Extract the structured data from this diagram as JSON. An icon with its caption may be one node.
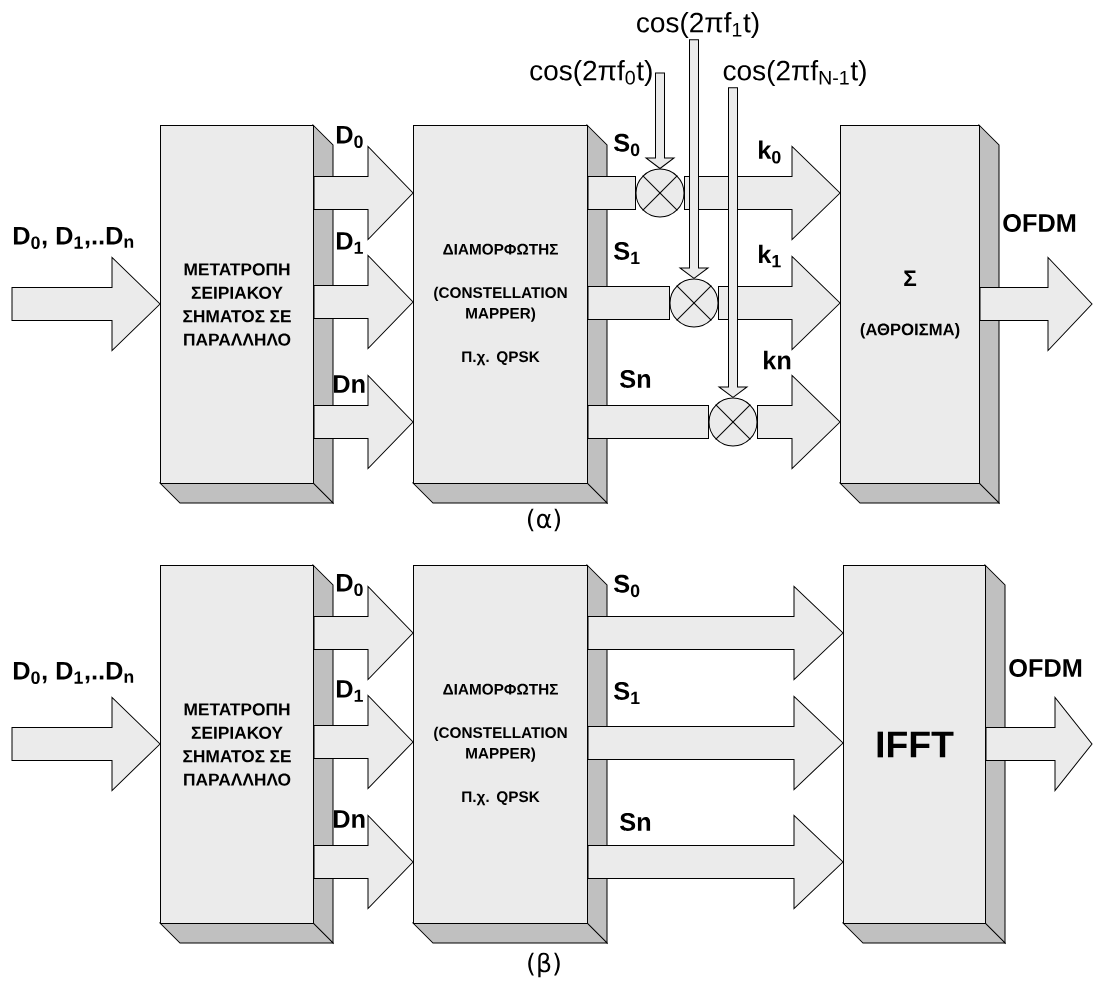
{
  "diagram": {
    "nodes": [
      {
        "text": [
          "ΜΕΤΑΤΡΟΠΗ ΣΕΙΡΙΑΚΟΥ ΣΗΜΑΤΟΣ ΣΕ ΠΑΡΑΛΛΗΛΟ"
        ]
      },
      {
        "text": [
          "ΔΙΑΜΟΡΦΩΤΗΣ",
          "(CONSTELLATION MAPPER)",
          "Π.χ. QPSK"
        ]
      },
      {
        "text": [
          "Σ",
          "(ΑΘΡΟΙΣΜΑ)"
        ]
      },
      {
        "text": [],
        "shape": "circle"
      },
      {
        "text": [],
        "shape": "circle"
      },
      {
        "text": [],
        "shape": "circle"
      },
      {
        "text": [
          "cos(2πf$_{0}$t)"
        ]
      },
      {
        "text": [
          "cos(2πf$_{1}$t)"
        ]
      },
      {
        "text": [
          "cos(2πf$_{N-1}$t)"
        ]
      },
      {
        "text": [
          "ΜΕΤΑΤΡΟΠΗ ΣΕΙΡΙΑΚΟΥ ΣΗΜΑΤΟΣ ΣΕ ΠΑΡΑΛΛΗΛΟ"
        ]
      },
      {
        "text": [
          "ΔΙΑΜΟΡΦΩΤΗΣ",
          "(CONSTELLATION MAPPER)",
          "Π.χ. QPSK"
        ]
      },
      {
        "text": [
          "IFFT"
        ]
      }
    ],
    "edges": [
      {
        "from": null,
        "to": 0,
        "arrow": "to",
        "label": "D$_{0}$, D$_{1}$,..D$_{n}$"
      },
      {
        "from": 0,
        "to": 1,
        "arrow": "to",
        "label": "D$_{0}$"
      },
      {
        "from": 0,
        "to": 1,
        "arrow": "to",
        "label": "D$_{1}$"
      },
      {
        "from": 0,
        "to": 1,
        "arrow": "to",
        "label": "Dn"
      },
      {
        "from": 1,
        "to": 3,
        "arrow": "none",
        "label": "S$_{0}$"
      },
      {
        "from": 3,
        "to": 2,
        "arrow": "to",
        "label": "k$_{0}$"
      },
      {
        "from": 1,
        "to": 4,
        "arrow": "none",
        "label": "S$_{1}$"
      },
      {
        "from": 4,
        "to": 2,
        "arrow": "to",
        "label": "k$_{1}$"
      },
      {
        "from": 1,
        "to": 5,
        "arrow": "none",
        "label": "Sn"
      },
      {
        "from": 5,
        "to": 2,
        "arrow": "to",
        "label": "kn"
      },
      {
        "from": 2,
        "to": null,
        "arrow": "to",
        "label": "OFDM"
      },
      {
        "from": 6,
        "to": 3,
        "arrow": "to"
      },
      {
        "from": 7,
        "to": 4,
        "arrow": "to"
      },
      {
        "from": 8,
        "to": 5,
        "arrow": "to"
      },
      {
        "from": null,
        "to": 9,
        "arrow": "to",
        "label": "D$_{0}$, D$_{1}$,..D$_{n}$"
      },
      {
        "from": 9,
        "to": 10,
        "arrow": "to",
        "label": "D$_{0}$"
      },
      {
        "from": 9,
        "to": 10,
        "arrow": "to",
        "label": "D$_{1}$"
      },
      {
        "from": 9,
        "to": 10,
        "arrow": "to",
        "label": "Dn"
      },
      {
        "from": 10,
        "to": 11,
        "arrow": "to",
        "label": "S$_{0}$"
      },
      {
        "from": 10,
        "to": 11,
        "arrow": "to",
        "label": "S$_{1}$"
      },
      {
        "from": 10,
        "to": 11,
        "arrow": "to",
        "label": "Sn"
      },
      {
        "from": 11,
        "to": null,
        "arrow": "to",
        "label": "OFDM"
      }
    ],
    "labels": [
      "(α)",
      "(β)"
    ]
  }
}
